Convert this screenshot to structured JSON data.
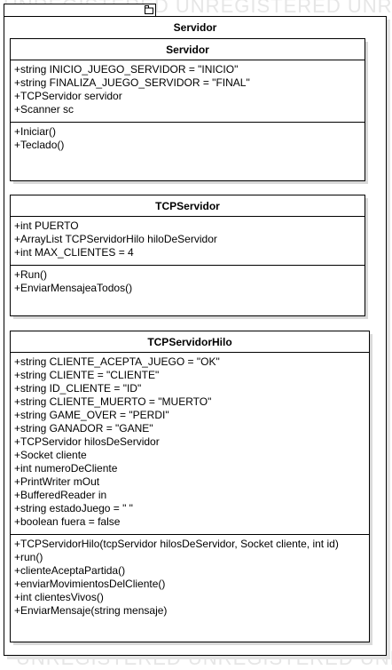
{
  "watermark": {
    "top": "UNREGISTERED UNREGISTERED UNREGISTERED",
    "bottom": "UNREGISTERED UNREGISTERED UNREGISTERED"
  },
  "package": {
    "title": "Servidor"
  },
  "classes": {
    "servidor": {
      "name": "Servidor",
      "attributes": [
        "+string INICIO_JUEGO_SERVIDOR = \"INICIO\"",
        "+string FINALIZA_JUEGO_SERVIDOR = \"FINAL\"",
        "+TCPServidor servidor",
        "+Scanner sc"
      ],
      "operations": [
        "+Iniciar()",
        "+Teclado()"
      ]
    },
    "tcpservidor": {
      "name": "TCPServidor",
      "attributes": [
        "+int PUERTO",
        "+ArrayList TCPServidorHilo hiloDeServidor",
        "+int MAX_CLIENTES = 4"
      ],
      "operations": [
        "+Run()",
        "+EnviarMensajeaTodos()"
      ]
    },
    "tcpservidorhilo": {
      "name": "TCPServidorHilo",
      "attributes": [
        "+string CLIENTE_ACEPTA_JUEGO = \"OK\"",
        "+string CLIENTE = \"CLIENTE\"",
        "+string ID_CLIENTE = \"ID\"",
        "+string CLIENTE_MUERTO = \"MUERTO\"",
        "+string GAME_OVER = \"PERDI\"",
        "+string GANADOR = \"GANE\"",
        "+TCPServidor hilosDeServidor",
        "+Socket cliente",
        "+int numeroDeCliente",
        "+PrintWriter mOut",
        "+BufferedReader in",
        "+string estadoJuego = \" \"",
        "+boolean fuera = false"
      ],
      "operations": [
        "+TCPServidorHilo(tcpServidor hilosDeServidor, Socket cliente, int id)",
        "+run()",
        "+clienteAceptaPartida()",
        "+enviarMovimientosDelCliente()",
        "+int clientesVivos()",
        "+EnviarMensaje(string mensaje)"
      ]
    }
  }
}
